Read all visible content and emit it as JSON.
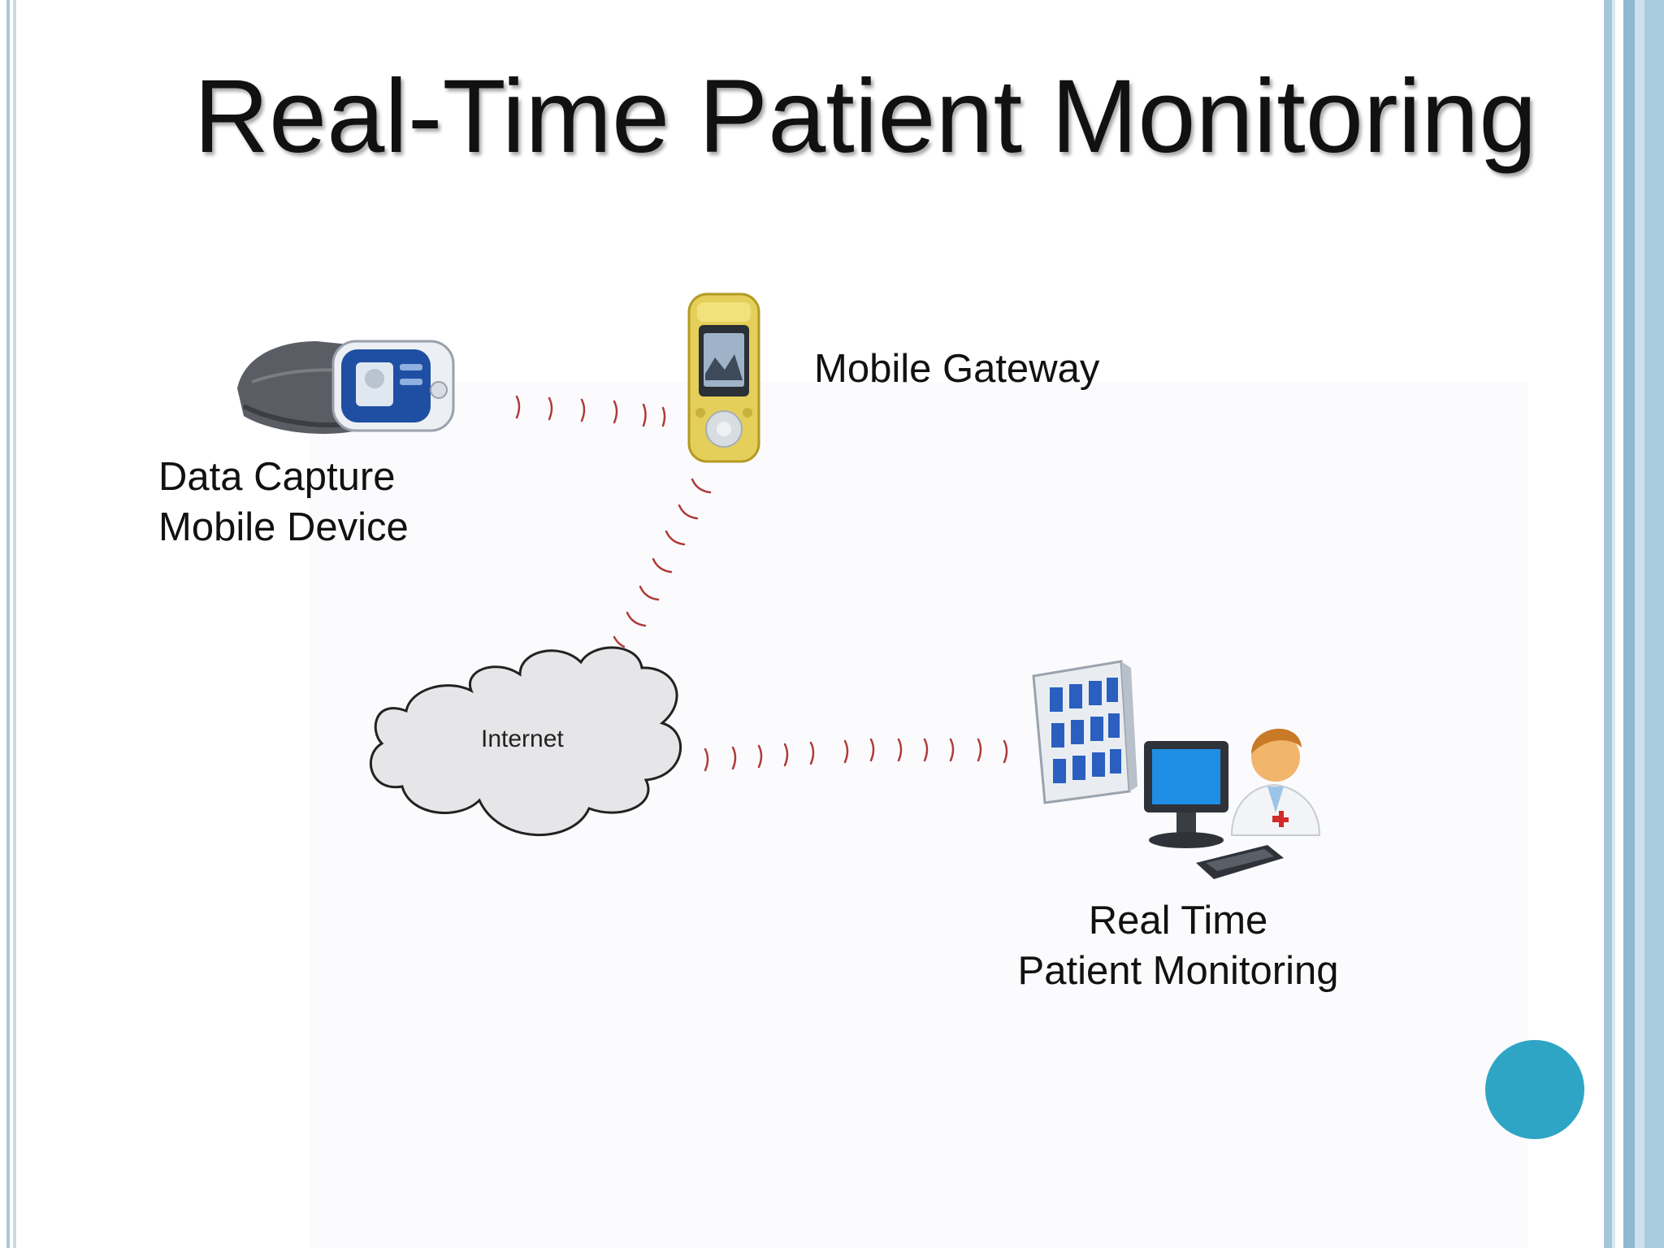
{
  "slide": {
    "title": "Real-Time Patient Monitoring"
  },
  "nodes": {
    "data_capture": {
      "label_line1": "Data Capture",
      "label_line2": "Mobile Device",
      "icon": "blood-pressure-monitor-icon"
    },
    "gateway": {
      "label": "Mobile Gateway",
      "icon": "mobile-phone-icon"
    },
    "internet": {
      "label": "Internet",
      "icon": "cloud-icon"
    },
    "monitoring": {
      "label_line1": "Real Time",
      "label_line2": "Patient Monitoring",
      "icon": "hospital-workstation-icon"
    }
  },
  "colors": {
    "title": "#111111",
    "signal": "#b03a3a",
    "accent_dot": "#2fa5c5",
    "border": "#a9cbde"
  }
}
